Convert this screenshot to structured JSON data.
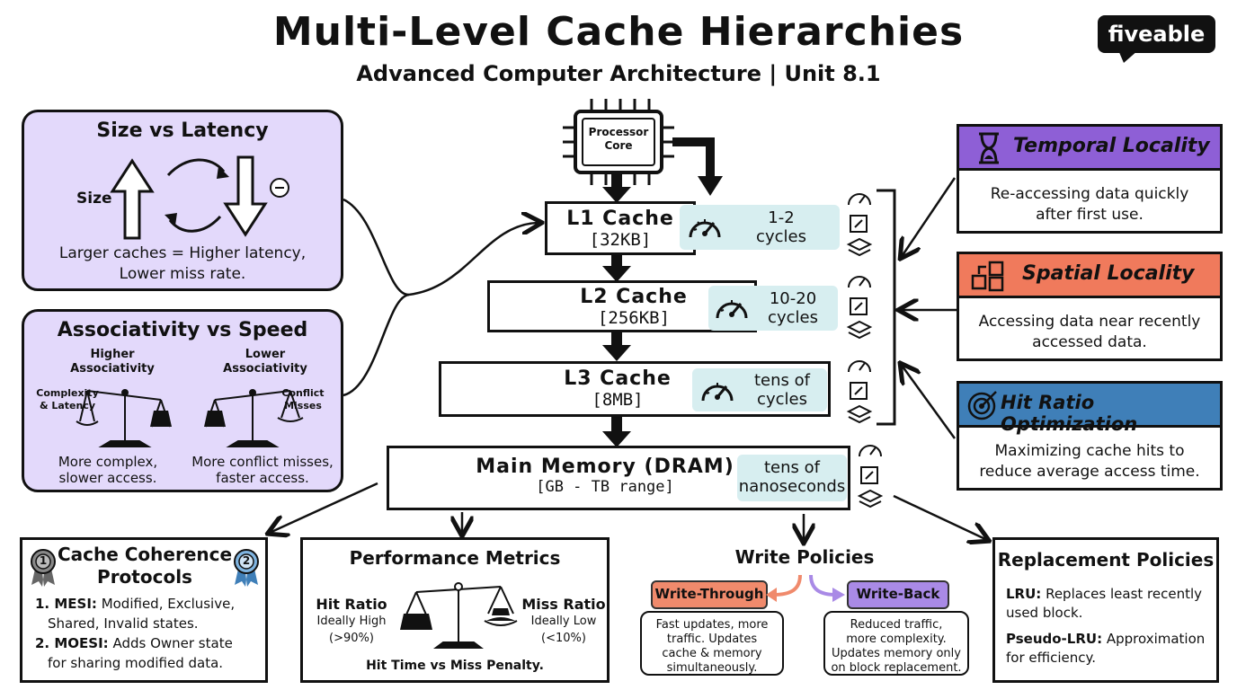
{
  "header": {
    "title": "Multi-Level Cache Hierarchies",
    "subtitle": "Advanced Computer Architecture | Unit 8.1",
    "logo": "fiveable"
  },
  "processor": {
    "label_line1": "Processor",
    "label_line2": "Core"
  },
  "caches": [
    {
      "name": "L1 Cache",
      "size": "[32KB]",
      "latency_line1": "1-2",
      "latency_line2": "cycles"
    },
    {
      "name": "L2 Cache",
      "size": "[256KB]",
      "latency_line1": "10-20",
      "latency_line2": "cycles"
    },
    {
      "name": "L3 Cache",
      "size": "[8MB]",
      "latency_line1": "tens of",
      "latency_line2": "cycles"
    },
    {
      "name": "Main Memory (DRAM)",
      "size": "[GB - TB range]",
      "latency_line1": "tens of",
      "latency_line2": "nanoseconds"
    }
  ],
  "size_vs_latency": {
    "title": "Size vs Latency",
    "size_label": "Size",
    "caption_line1": "Larger caches = Higher latency,",
    "caption_line2": "Lower miss rate."
  },
  "assoc_vs_speed": {
    "title": "Associativity vs Speed",
    "left_label_line1": "Higher",
    "left_label_line2": "Associativity",
    "left_weight_line1": "Complexity",
    "left_weight_line2": "& Latency",
    "right_label_line1": "Lower",
    "right_label_line2": "Associativity",
    "right_weight_line1": "Conflict",
    "right_weight_line2": "Misses",
    "left_caption_line1": "More complex,",
    "left_caption_line2": "slower access.",
    "right_caption_line1": "More conflict misses,",
    "right_caption_line2": "faster access."
  },
  "locality": [
    {
      "title": "Temporal Locality",
      "color": "#8e5fd6",
      "icon": "hourglass-icon",
      "body_line1": "Re-accessing data quickly",
      "body_line2": "after first use."
    },
    {
      "title": "Spatial Locality",
      "color": "#f07a5c",
      "icon": "blocks-icon",
      "body_line1": "Accessing data near recently",
      "body_line2": "accessed data."
    },
    {
      "title": "Hit Ratio Optimization",
      "color": "#3f7fb8",
      "icon": "target-icon",
      "body_line1": "Maximizing cache hits to",
      "body_line2": "reduce average access time."
    }
  ],
  "coherence": {
    "title_line1": "Cache Coherence",
    "title_line2": "Protocols",
    "badge1": "1",
    "badge2": "2",
    "item1_prefix": "1. MESI:",
    "item1_line1": " Modified, Exclusive,",
    "item1_line2": "Shared, Invalid states.",
    "item2_prefix": "2. MOESI:",
    "item2_line1": " Adds Owner state",
    "item2_line2": "for sharing modified data."
  },
  "metrics": {
    "title": "Performance Metrics",
    "hit_label": "Hit Ratio",
    "hit_sub1": "Ideally High",
    "hit_sub2": "(>90%)",
    "miss_label": "Miss Ratio",
    "miss_sub1": "Ideally Low",
    "miss_sub2": "(<10%)",
    "footer": "Hit Time vs Miss Penalty."
  },
  "write_policies": {
    "title": "Write Policies",
    "through_label": "Write-Through",
    "through_color": "#f08a6c",
    "back_label": "Write-Back",
    "back_color": "#a98ae6",
    "through_note": [
      "Fast updates, more",
      "traffic. Updates",
      "cache & memory",
      "simultaneously."
    ],
    "back_note": [
      "Reduced traffic,",
      "more complexity.",
      "Updates memory only",
      "on block replacement."
    ]
  },
  "replacement": {
    "title": "Replacement Policies",
    "lru_prefix": "LRU:",
    "lru_line1": " Replaces least recently",
    "lru_line2": "used block.",
    "plru_prefix": "Pseudo-LRU:",
    "plru_line1": " Approximation",
    "plru_line2": "for efficiency."
  }
}
